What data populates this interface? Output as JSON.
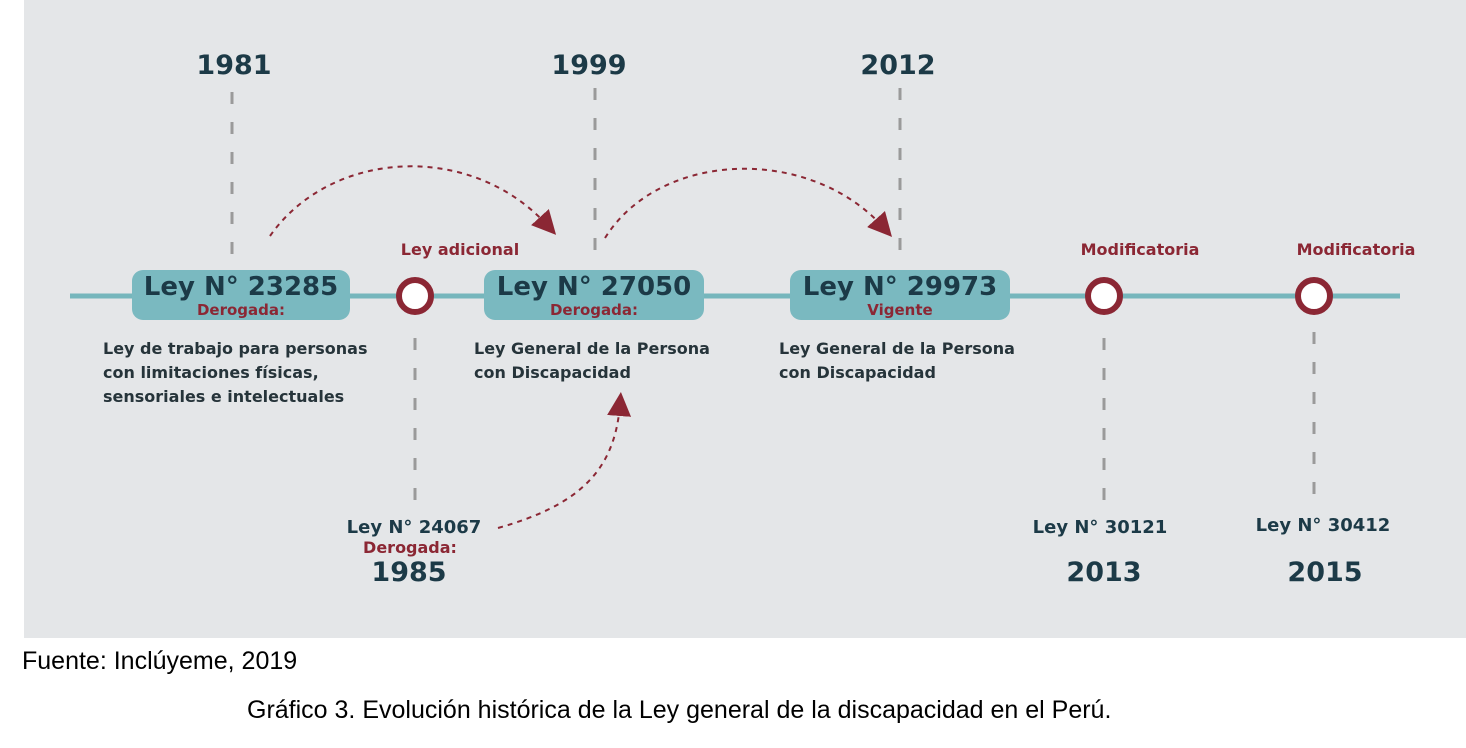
{
  "colors": {
    "background": "#e4e6e8",
    "line": "#76b6bc",
    "pill": "#7ab9c0",
    "dark": "#1c3a47",
    "accent": "#8b2734",
    "dash": "#9a9a9a"
  },
  "top_years": {
    "y1981": "1981",
    "y1999": "1999",
    "y2012": "2012"
  },
  "laws": {
    "law_23285": {
      "title": "Ley N° 23285",
      "status": "Derogada:",
      "description": [
        "Ley de trabajo para personas",
        "con limitaciones físicas,",
        "sensoriales e intelectuales"
      ]
    },
    "law_27050": {
      "title": "Ley N° 27050",
      "status": "Derogada:",
      "description": [
        "Ley General de la Persona",
        "con Discapacidad"
      ]
    },
    "law_29973": {
      "title": "Ley N° 29973",
      "status": "Vigente",
      "description": [
        "Ley General de la Persona",
        "con Discapacidad"
      ]
    }
  },
  "events": {
    "additional": {
      "label": "Ley adicional",
      "law": "Ley N° 24067",
      "status": "Derogada:",
      "year": "1985"
    },
    "mod_2013": {
      "label": "Modificatoria",
      "law": "Ley N° 30121",
      "year": "2013"
    },
    "mod_2015": {
      "label": "Modificatoria",
      "law": "Ley N° 30412",
      "year": "2015"
    }
  },
  "source": "Fuente: Inclúyeme, 2019",
  "caption": "Gráfico 3. Evolución histórica de la Ley general de la discapacidad en el Perú."
}
